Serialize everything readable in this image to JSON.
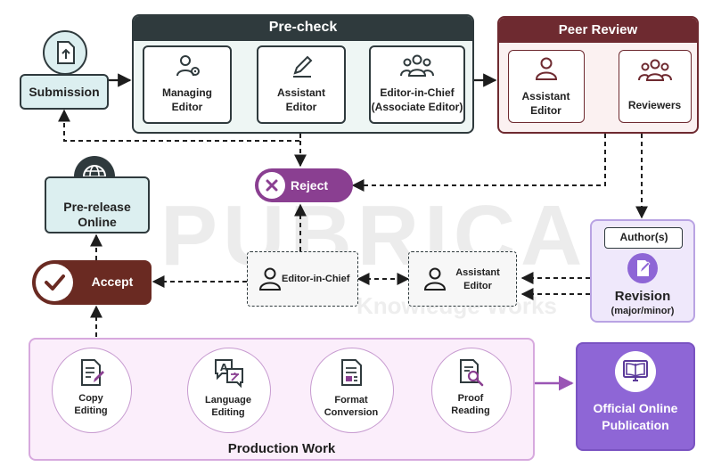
{
  "colors": {
    "precheck_header": "#2f3a3d",
    "precheck_bg": "#eef6f4",
    "teal_box": "#dceff0",
    "peer_header": "#6e2a30",
    "peer_bg": "#fbf1f1",
    "reject": "#8a3f91",
    "accept": "#6a2a22",
    "revision_bg": "#efe8fb",
    "production_bg": "#fbeefb",
    "publication": "#8e66d6",
    "purple_arrow": "#9a55b5"
  },
  "watermark": {
    "main": "PUBRICA",
    "sub": "Knowledge Works"
  },
  "submission": {
    "label": "Submission",
    "icon": "upload-document-icon"
  },
  "precheck": {
    "title": "Pre-check",
    "managing_editor": {
      "line1": "Managing",
      "line2": "Editor",
      "icon": "user-gear-icon"
    },
    "assistant_editor": {
      "line1": "Assistant",
      "line2": "Editor",
      "icon": "pen-icon"
    },
    "editor_in_chief": {
      "line1": "Editor-in-Chief",
      "line2": "(Associate Editor)",
      "icon": "group-icon"
    }
  },
  "peer_review": {
    "title": "Peer Review",
    "assistant_editor": {
      "line1": "Assistant",
      "line2": "Editor",
      "icon": "user-icon"
    },
    "reviewers": {
      "label": "Reviewers",
      "icon": "group-icon"
    }
  },
  "reject": {
    "label": "Reject",
    "icon": "close-icon"
  },
  "pre_release": {
    "line1": "Pre-release",
    "line2": "Online",
    "icon": "globe-icon"
  },
  "accept": {
    "label": "Accept",
    "icon": "check-icon"
  },
  "decision": {
    "editor_in_chief": {
      "label": "Editor-in-Chief",
      "icon": "user-icon"
    },
    "assistant_editor": {
      "line1": "Assistant",
      "line2": "Editor",
      "icon": "user-icon"
    }
  },
  "revision": {
    "authors": "Author(s)",
    "label": "Revision",
    "sublabel": "(major/minor)",
    "icon": "edit-document-icon"
  },
  "production": {
    "title": "Production Work",
    "steps": [
      {
        "line1": "Copy",
        "line2": "Editing",
        "icon": "document-pen-icon"
      },
      {
        "line1": "Language",
        "line2": "Editing",
        "icon": "translate-icon"
      },
      {
        "line1": "Format",
        "line2": "Conversion",
        "icon": "document-icon"
      },
      {
        "line1": "Proof",
        "line2": "Reading",
        "icon": "magnifier-document-icon"
      }
    ]
  },
  "publication": {
    "line1": "Official Online",
    "line2": "Publication",
    "icon": "book-monitor-icon"
  }
}
